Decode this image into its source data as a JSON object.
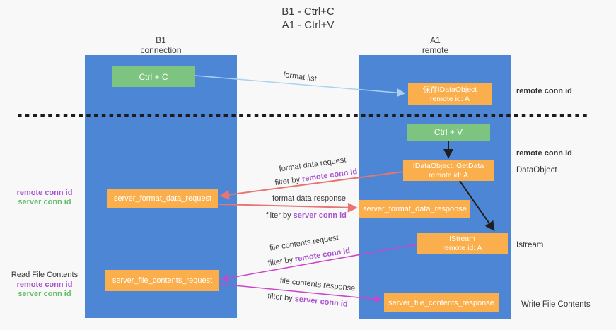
{
  "title": {
    "line1": "B1 - Ctrl+C",
    "line2": "A1 - Ctrl+V"
  },
  "lanes": {
    "left": {
      "name": "B1",
      "role": "connection"
    },
    "right": {
      "name": "A1",
      "role": "remote"
    }
  },
  "boxes": {
    "ctrl_c": {
      "label": "Ctrl + C"
    },
    "ctrl_v": {
      "label": "Ctrl + V"
    },
    "save_dataobject": {
      "line1": "保存IDataObject",
      "line2": "remote id: A"
    },
    "getdata": {
      "line1": "IDataObject::GetData",
      "line2": "remote id: A"
    },
    "istream": {
      "line1": "IStream",
      "line2": "remote id: A"
    },
    "format_request": {
      "label": "server_format_data_request"
    },
    "format_response": {
      "label": "server_format_data_response"
    },
    "file_request": {
      "label": "server_file_contents_request"
    },
    "file_response": {
      "label": "server_file_contents_response"
    }
  },
  "flow_labels": {
    "format_list": "format list",
    "format_data_request": "format data request",
    "format_data_response": "format data response",
    "file_contents_request": "file contents request",
    "file_contents_response": "file contents response",
    "filter_by": "filter by ",
    "remote_conn_id": "remote conn id",
    "server_conn_id": "server conn id"
  },
  "annotations": {
    "right_top_remote_conn_id": "remote conn id",
    "right_mid_remote_conn_id": "remote conn id",
    "dataobject": "DataObject",
    "istream": "Istream",
    "write_file_contents": "Write File Contents",
    "read_file_contents": "Read File Contents",
    "left1_remote_conn_id": "remote conn id",
    "left1_server_conn_id": "server conn id",
    "left2_remote_conn_id": "remote conn id",
    "left2_server_conn_id": "server conn id"
  },
  "colors": {
    "lane_blue": "#4e86d6",
    "box_orange": "#faae4c",
    "box_green": "#7cc47f",
    "purple_text": "#a855d0",
    "green_text": "#67bd67",
    "arrow_blue": "#a9d2ef",
    "arrow_red": "#e87474",
    "arrow_magenta": "#cb45cb",
    "arrow_black": "#1f1f1f"
  }
}
